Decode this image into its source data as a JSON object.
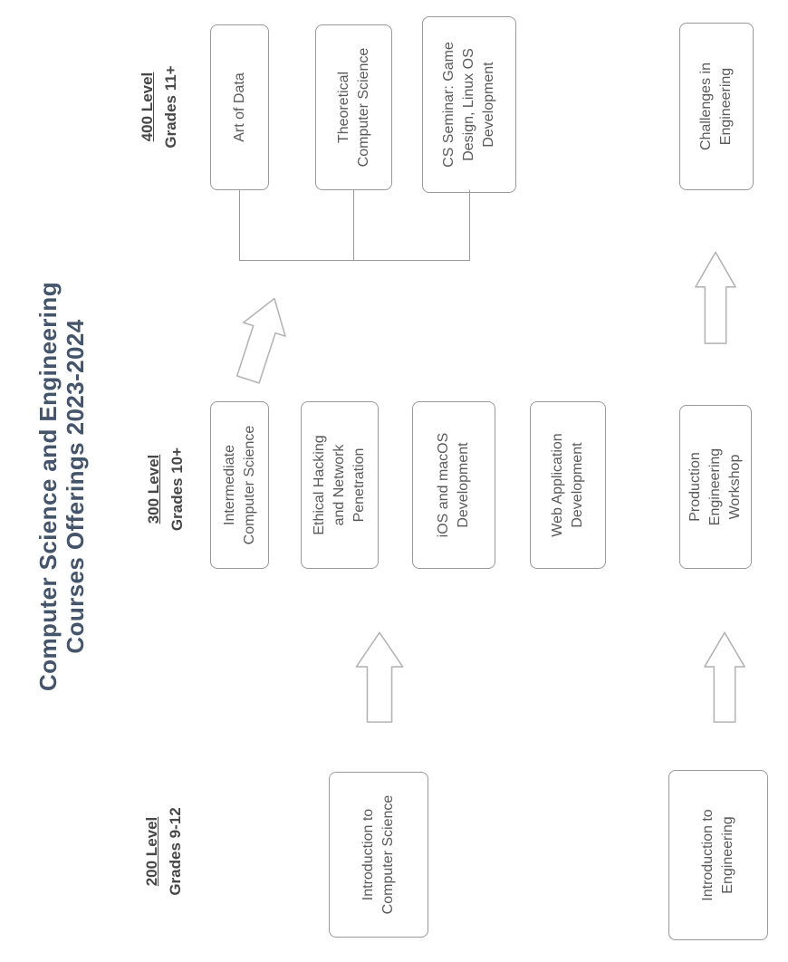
{
  "title": {
    "line1": "Computer Science and Engineering",
    "line2": "Courses Offerings 2023-2024"
  },
  "levels": [
    {
      "label": "200 Level",
      "grades": "Grades 9-12"
    },
    {
      "label": "300 Level",
      "grades": "Grades 10+"
    },
    {
      "label": "400 Level",
      "grades": "Grades 11+"
    }
  ],
  "courses": {
    "intro_cs": "Introduction to\nComputer Science",
    "intro_eng": "Introduction to\nEngineering",
    "intermediate_cs": "Intermediate\nComputer Science",
    "ethical_hacking": "Ethical Hacking\nand Network\nPenetration",
    "ios_macos": "iOS and macOS\nDevelopment",
    "web_app": "Web Application\nDevelopment",
    "production_workshop": "Production\nEngineering\nWorkshop",
    "art_of_data": "Art of Data",
    "theoretical_cs": "Theoretical\nComputer Science",
    "cs_seminar": "CS Seminar: Game\nDesign, Linux OS\nDevelopment",
    "challenges_eng": "Challenges in\nEngineering"
  },
  "icons": {
    "flow_arrow": "block-arrow-right-outline"
  },
  "colors": {
    "title_text": "#44546a",
    "header_text": "#474747",
    "box_text": "#5a5a5a",
    "box_border": "#9a9a9a",
    "connector": "#9a9a9a",
    "arrow_outline": "#b5b5b5",
    "background": "#ffffff"
  }
}
